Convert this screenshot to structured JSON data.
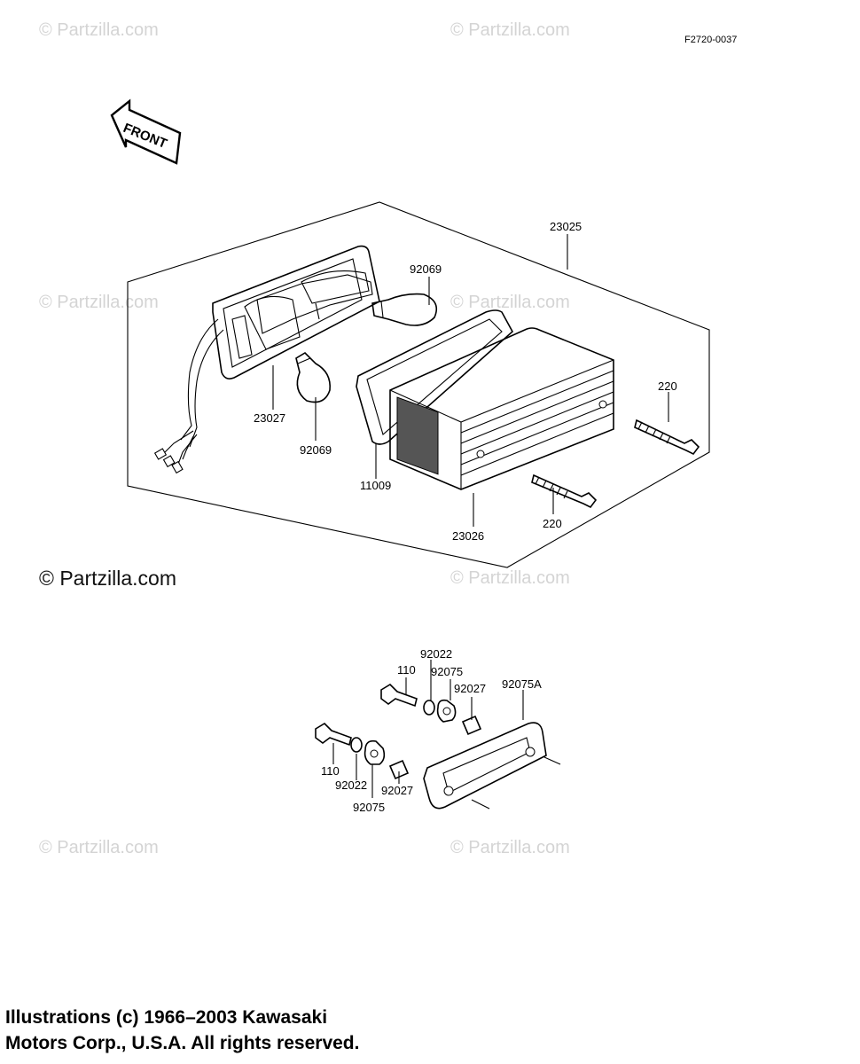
{
  "diagram_code": "F2720-0037",
  "direction_label": "FRONT",
  "watermark_text": "© Partzilla.com",
  "labels": {
    "housing_assembly": "23025",
    "bulb_upper": "92069",
    "bulb_lower": "92069",
    "lens": "23027",
    "gasket": "11009",
    "base_case": "23026",
    "screw_right": "220",
    "screw_left": "220",
    "bolt_upper": "110",
    "washer_upper": "92022",
    "grommet_upper": "92075",
    "collar_upper": "92027",
    "gasket_bracket": "92075A",
    "bolt_lower": "110",
    "washer_lower": "92022",
    "collar_lower": "92027",
    "grommet_lower": "92075"
  },
  "copyright": {
    "line1": "Illustrations (c) 1966–2003 Kawasaki",
    "line2": "Motors Corp., U.S.A.  All rights reserved."
  }
}
